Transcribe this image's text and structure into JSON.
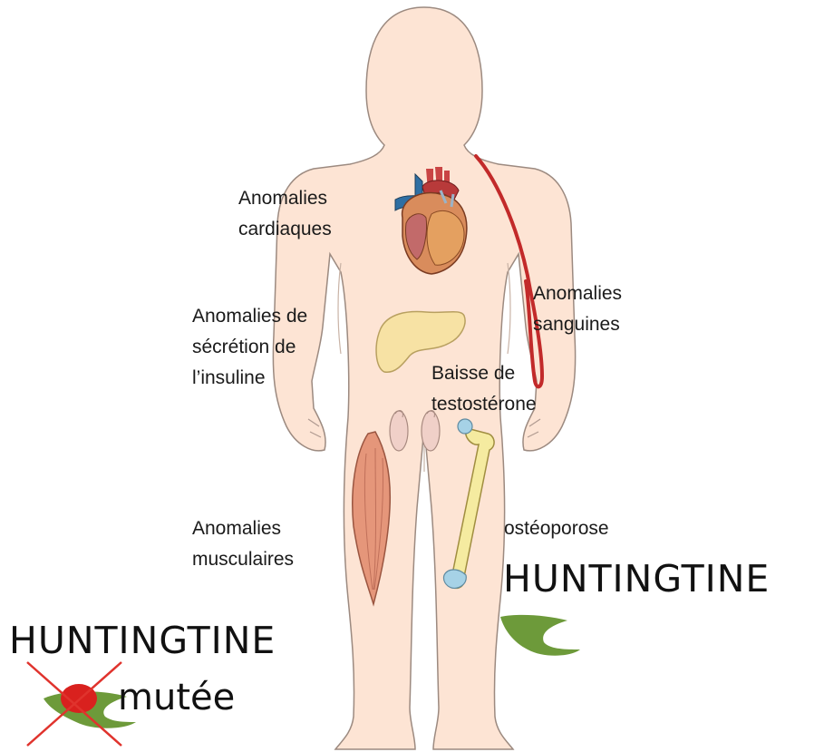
{
  "labels": {
    "cardiac": [
      "Anomalies",
      "cardiaques"
    ],
    "blood": [
      "Anomalies",
      "sanguines"
    ],
    "insulin": [
      "Anomalies de",
      "sécrétion de",
      "l’insuline"
    ],
    "testosterone": [
      "Baisse de",
      "testostérone"
    ],
    "muscle": [
      "Anomalies",
      "musculaires"
    ],
    "bone": [
      "ostéoporose"
    ]
  },
  "protein_normal": {
    "name": "HUNTINGTINE",
    "color": "#6d9a3a"
  },
  "protein_mutant": {
    "name": "HUNTINGTINE",
    "status": "mutée",
    "mutation_color": "#d9211e",
    "cross_color": "#e0332d"
  },
  "colors": {
    "skin": "#fde4d4",
    "skin_outline": "#9c8a80",
    "vessel": "#c22a2a",
    "pancreas": "#f7e2a4",
    "muscle": "#e5967a",
    "bone": "#f5eba0",
    "bone_cap": "#a6d2e6"
  }
}
